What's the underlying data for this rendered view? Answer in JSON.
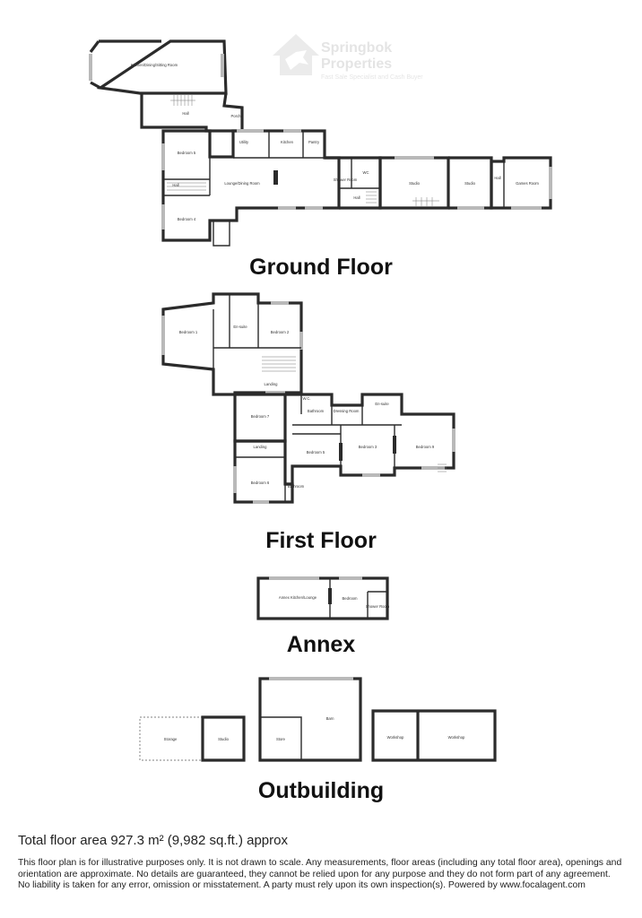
{
  "watermark": {
    "brand_line1": "Springbok",
    "brand_line2": "Properties",
    "tagline": "Fast Sale Specialist and Cash Buyer"
  },
  "sections": {
    "ground": "Ground Floor",
    "first": "First Floor",
    "annex": "Annex",
    "outbuilding": "Outbuilding"
  },
  "rooms": {
    "kitchen_dining_sitting": {
      "name": "Kitchen/Dining/Sitting Room",
      "dim": ""
    },
    "hall_upper": {
      "name": "Hall",
      "dim": ""
    },
    "porch": {
      "name": "Porch",
      "dim": ""
    },
    "bedroom5": {
      "name": "Bedroom 5",
      "dim": ""
    },
    "utility": {
      "name": "Utility",
      "dim": ""
    },
    "kitchen": {
      "name": "Kitchen",
      "dim": ""
    },
    "pantry": {
      "name": "Pantry",
      "dim": ""
    },
    "hall_lower": {
      "name": "Hall",
      "dim": ""
    },
    "lounge": {
      "name": "Lounge/Dining Room",
      "dim": ""
    },
    "bedroom4": {
      "name": "Bedroom 4",
      "dim": ""
    },
    "shower": {
      "name": "Shower Room",
      "dim": ""
    },
    "wc": {
      "name": "WC",
      "dim": ""
    },
    "hall_east": {
      "name": "Hall",
      "dim": ""
    },
    "studio1": {
      "name": "Studio",
      "dim": ""
    },
    "studio2": {
      "name": "Studio",
      "dim": ""
    },
    "hall_games": {
      "name": "Hall",
      "dim": ""
    },
    "games": {
      "name": "Games Room",
      "dim": ""
    },
    "bedroom1": {
      "name": "Bedroom 1",
      "dim": ""
    },
    "ensuite1": {
      "name": "En-suite",
      "dim": ""
    },
    "bedroom2": {
      "name": "Bedroom 2",
      "dim": ""
    },
    "landing1": {
      "name": "Landing",
      "dim": ""
    },
    "bedroom7": {
      "name": "Bedroom 7",
      "dim": ""
    },
    "wc_first": {
      "name": "W.C.",
      "dim": ""
    },
    "bathroom1": {
      "name": "Bathroom",
      "dim": ""
    },
    "dressing": {
      "name": "Dressing Room",
      "dim": ""
    },
    "ensuite2": {
      "name": "En-suite",
      "dim": ""
    },
    "landing2": {
      "name": "Landing",
      "dim": ""
    },
    "bedroom5_first": {
      "name": "Bedroom 5",
      "dim": ""
    },
    "bedroom3": {
      "name": "Bedroom 3",
      "dim": ""
    },
    "bedroom9": {
      "name": "Bedroom 9",
      "dim": ""
    },
    "bedroom6": {
      "name": "Bedroom 6",
      "dim": ""
    },
    "bathroom2": {
      "name": "Bathroom",
      "dim": ""
    },
    "annex_kitchen": {
      "name": "Annex Kitchen/Lounge",
      "dim": ""
    },
    "annex_bedroom": {
      "name": "Bedroom",
      "dim": ""
    },
    "annex_shower": {
      "name": "Shower Room",
      "dim": ""
    },
    "storage": {
      "name": "Storage",
      "dim": ""
    },
    "studio_out": {
      "name": "Studio",
      "dim": ""
    },
    "barn": {
      "name": "Barn",
      "dim": ""
    },
    "store": {
      "name": "Store",
      "dim": ""
    },
    "workshop1": {
      "name": "Workshop",
      "dim": ""
    },
    "workshop2": {
      "name": "Workshop",
      "dim": ""
    }
  },
  "footer": {
    "total": "Total floor area 927.3 m² (9,982 sq.ft.) approx",
    "disclaimer": "This floor plan is for illustrative purposes only. It is not drawn to scale. Any measurements, floor areas (including any total floor area), openings and orientation are approximate. No details are guaranteed, they cannot be relied upon for any purpose and they do not form part of any agreement. No liability is taken for any error, omission or misstatement. A party must rely upon its own inspection(s). Powered by www.focalagent.com"
  }
}
